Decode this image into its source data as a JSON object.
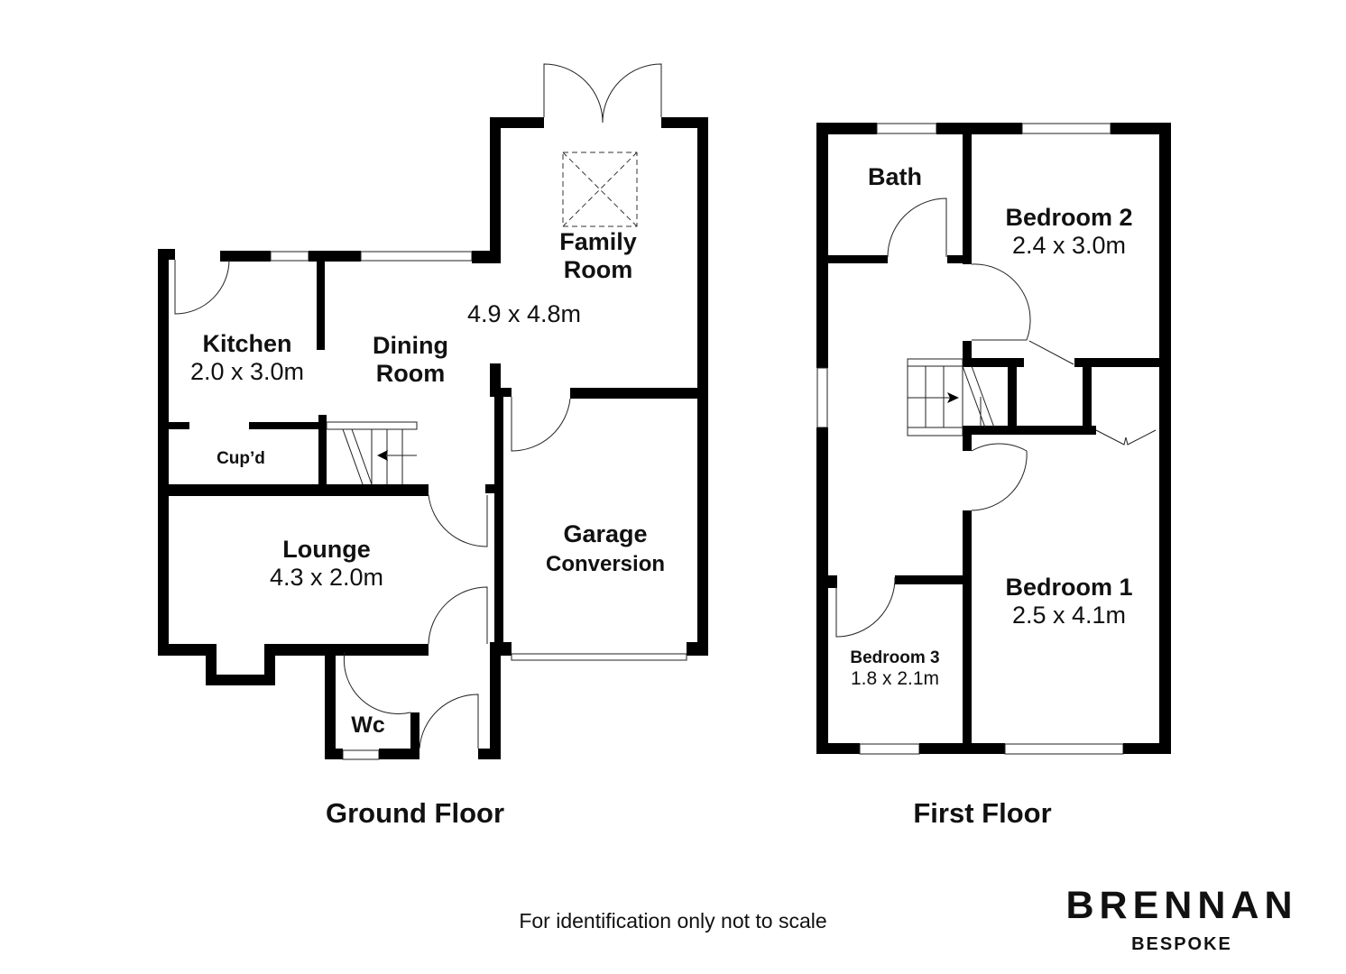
{
  "ground_floor": {
    "title": "Ground Floor",
    "rooms": {
      "family_room": {
        "name_line1": "Family",
        "name_line2": "Room",
        "dims": "4.9 x 4.8m"
      },
      "dining_room": {
        "name_line1": "Dining",
        "name_line2": "Room"
      },
      "kitchen": {
        "name": "Kitchen",
        "dims": "2.0 x 3.0m"
      },
      "cupboard": {
        "name": "Cup’d"
      },
      "lounge": {
        "name": "Lounge",
        "dims": "4.3 x 2.0m"
      },
      "garage": {
        "name_line1": "Garage",
        "name_line2": "Conversion"
      },
      "wc": {
        "name": "Wc"
      }
    }
  },
  "first_floor": {
    "title": "First Floor",
    "rooms": {
      "bath": {
        "name": "Bath"
      },
      "bedroom2": {
        "name": "Bedroom 2",
        "dims": "2.4 x 3.0m"
      },
      "bedroom1": {
        "name": "Bedroom 1",
        "dims": "2.5 x 4.1m"
      },
      "bedroom3": {
        "name": "Bedroom 3",
        "dims": "1.8 x 2.1m"
      }
    }
  },
  "footer": {
    "disclaimer": "For identification only not to scale",
    "brand_name": "BRENNAN",
    "brand_tagline": "BESPOKE"
  },
  "colors": {
    "wall": "#000000",
    "background": "#ffffff"
  }
}
